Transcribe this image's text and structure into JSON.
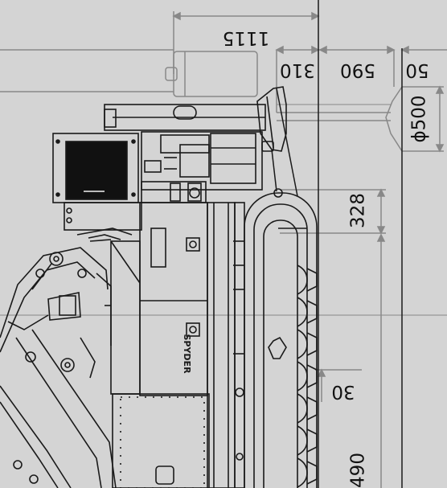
{
  "drawing": {
    "dimensions": {
      "d1115": "1115",
      "d310": "310",
      "d590": "590",
      "d50": "50",
      "d500": "ϕ500",
      "d328": "328",
      "d30": "30",
      "d490": "490"
    },
    "machine_marking": "SPYDER",
    "background_color": "#d4d4d4",
    "line_color": "#1a1a1a",
    "dim_color": "#888888"
  }
}
